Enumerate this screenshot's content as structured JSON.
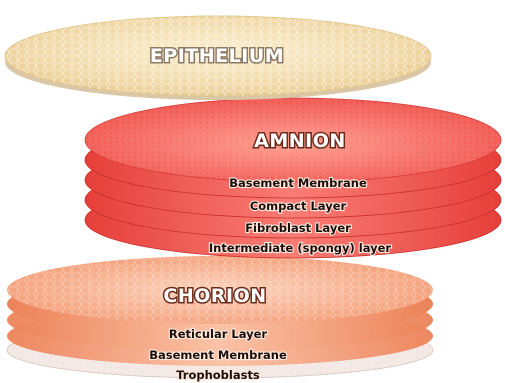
{
  "layers": {
    "epithelium": {
      "label": "EPITHELIUM"
    },
    "amnion": {
      "label": "AMNION",
      "sublayers": [
        "Basement Membrane",
        "Compact Layer",
        "Fibroblast Layer",
        "Intermediate (spongy) layer"
      ]
    },
    "chorion": {
      "label": "CHORION",
      "sublayers": [
        "Reticular Layer",
        "Basement Membrane",
        "Trophoblasts"
      ]
    }
  },
  "colors": {
    "epithelium_fill": "#f3dfb4",
    "amnion_top": "#f25a55",
    "amnion_side": "#e8413d",
    "chorion_top": "#f7a07c",
    "chorion_side": "#ee8660"
  }
}
